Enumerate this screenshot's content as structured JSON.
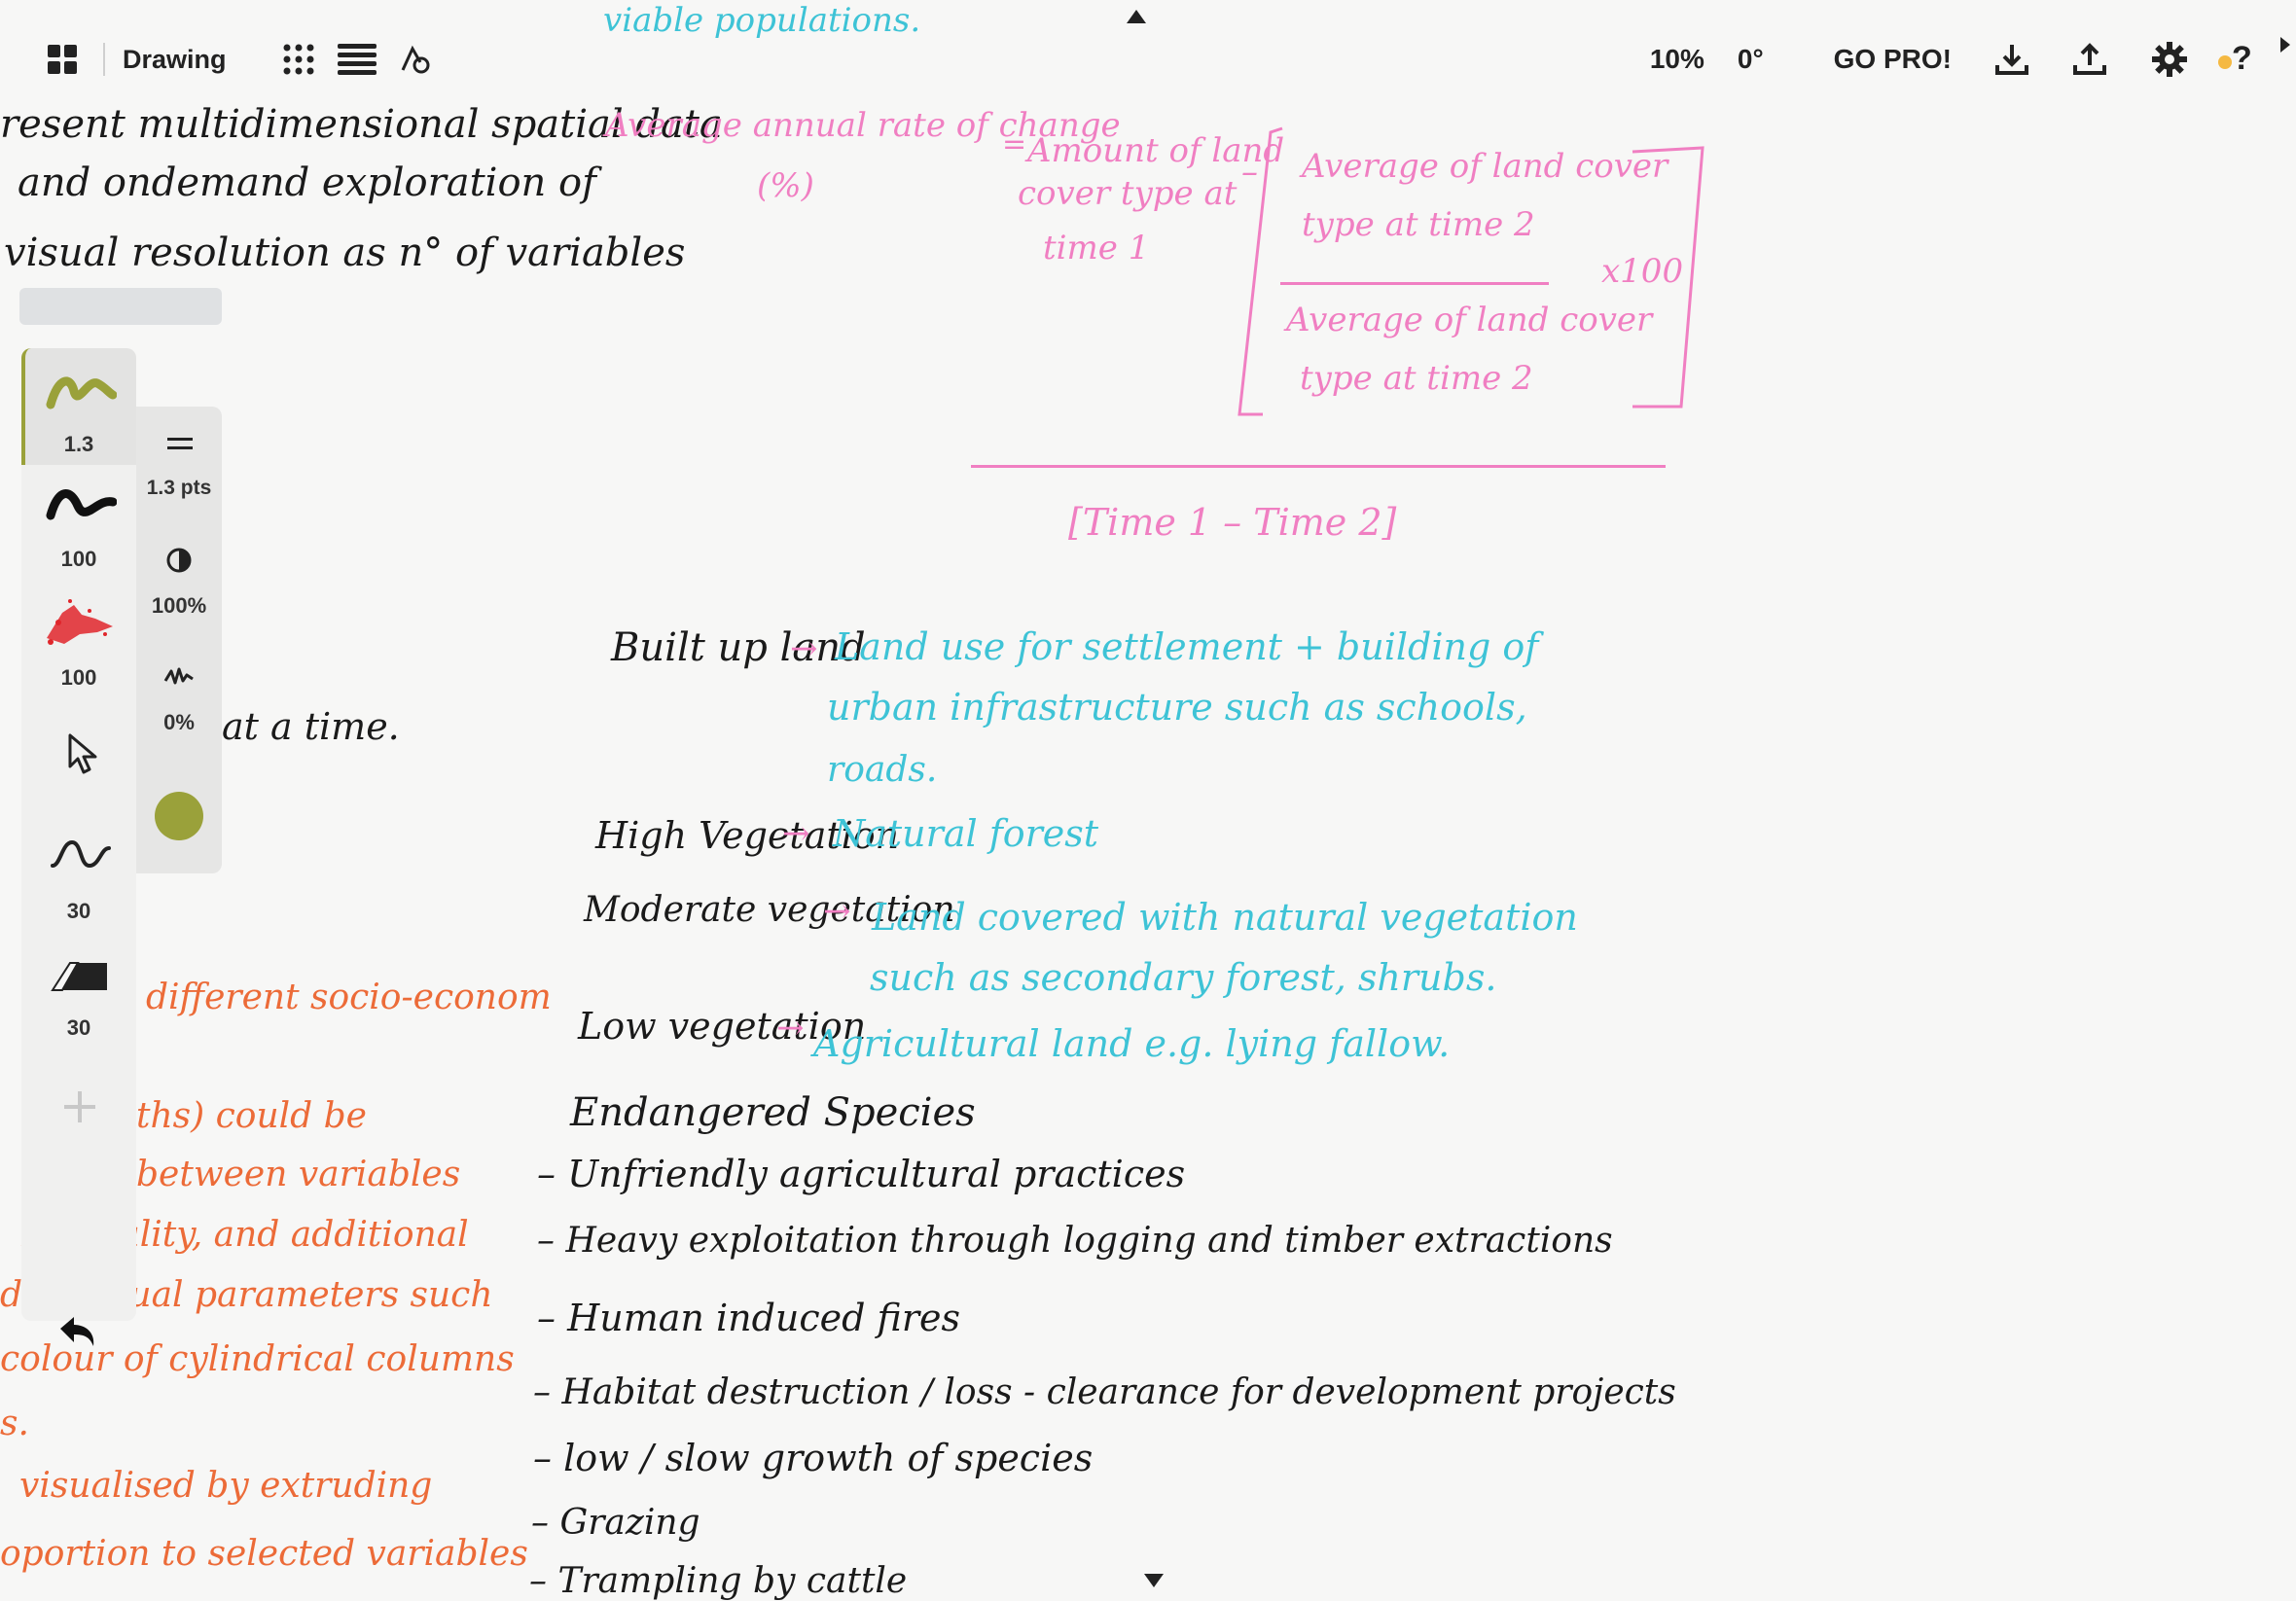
{
  "toolbar": {
    "title": "Drawing",
    "zoom": "10%",
    "rotation": "0°",
    "go_pro": "GO PRO!",
    "help": "?"
  },
  "palette": {
    "tool1_size": "1.3",
    "tool2_size": "100",
    "tool3_size": "100",
    "tool5_size": "30",
    "tool6_size": "30",
    "stroke_width": "1.3 pts",
    "opacity": "100%",
    "smoothing": "0%",
    "active_color": "#9aa13a"
  },
  "notes": {
    "left": {
      "l1": "resent multidimensional spatial data",
      "l2": "and ondemand exploration of",
      "l3": "visual resolution as n° of variables",
      "l4": "at a time.",
      "o1": "different socio-econom",
      "o2": "ths) could be",
      "o3": "between variables",
      "o4": "inequality, and additional",
      "o5": "d to visual parameters such",
      "o6": "colour of cylindrical columns",
      "o7": "s.",
      "o8": "visualised by extruding",
      "o9": "oportion to selected variables"
    },
    "top_fragment": "viable populations.",
    "formula": {
      "lhs": "Average annual rate of change",
      "lhs_unit": "(%)",
      "eq": "=",
      "t1_a": "Amount of land",
      "t1_b": "cover type at",
      "t1_c": "time 1",
      "minus": "–",
      "num_a": "Average of land cover",
      "num_b": "type at time 2",
      "den_a": "Average of land cover",
      "den_b": "type at time 2",
      "x100": "x100",
      "denominator": "[Time 1 – Time 2]"
    },
    "definitions": [
      {
        "term": "Built up land",
        "arrow": "→",
        "def1": "Land use for settlement + building of",
        "def2": "urban infrastructure such as schools,",
        "def3": "roads."
      },
      {
        "term": "High Vegetation",
        "arrow": "→",
        "def1": "Natural forest"
      },
      {
        "term": "Moderate vegetation",
        "arrow": "→",
        "def1": "Land covered with natural vegetation",
        "def2": "such as secondary forest, shrubs."
      },
      {
        "term": "Low vegetation",
        "arrow": "→",
        "def1": "Agricultural land e.g. lying fallow."
      }
    ],
    "species_heading": "Endangered Species",
    "species_list": [
      "Unfriendly agricultural practices",
      "Heavy exploitation through logging and timber extractions",
      "Human induced fires",
      "Habitat destruction / loss - clearance for development projects",
      "low / slow growth of species",
      "Grazing",
      "Trampling by cattle"
    ]
  },
  "colors": {
    "pink": "#f07fc2",
    "cyan": "#3ec3d6",
    "orange": "#ec6b38",
    "olive": "#9aa13a",
    "notification_dot": "#f5b942"
  }
}
